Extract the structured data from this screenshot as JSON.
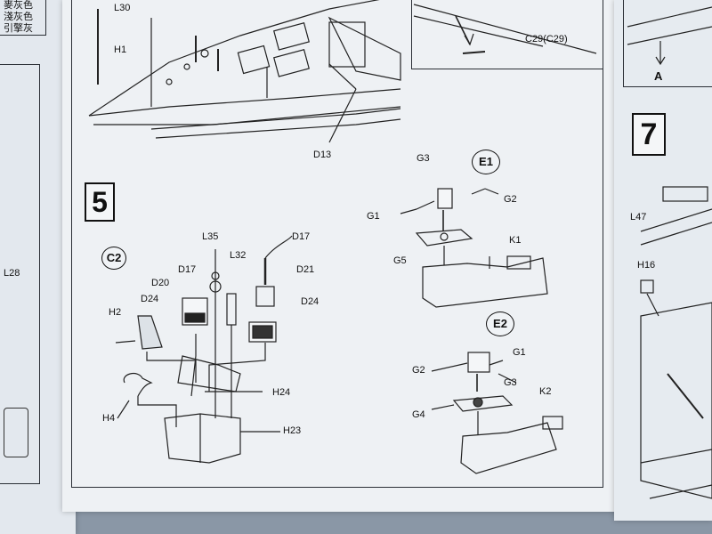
{
  "left_page": {
    "color_legend": [
      "麥灰色",
      "淺灰色",
      "引擎灰"
    ],
    "part_label": "L28"
  },
  "center_page": {
    "top_labels": {
      "l30": "L30",
      "h1": "H1",
      "d13": "D13",
      "c29": "C29(C29)"
    },
    "step5": {
      "number": "5",
      "sub_assembly": "C2",
      "parts": {
        "l35": "L35",
        "d17_a": "D17",
        "d17_b": "D17",
        "l32": "L32",
        "d21": "D21",
        "d20": "D20",
        "d24_a": "D24",
        "d24_b": "D24",
        "h2": "H2",
        "h24": "H24",
        "h4": "H4",
        "h23": "H23"
      }
    },
    "e1": {
      "title": "E1",
      "parts": {
        "g3": "G3",
        "g2": "G2",
        "g1": "G1",
        "g5": "G5",
        "k1": "K1"
      }
    },
    "e2": {
      "title": "E2",
      "parts": {
        "g1": "G1",
        "g2": "G2",
        "g3": "G3",
        "g4": "G4",
        "k2": "K2"
      }
    }
  },
  "right_page": {
    "marker_a": "A",
    "step7": {
      "number": "7"
    },
    "parts": {
      "l47": "L47",
      "h16": "H16"
    }
  }
}
